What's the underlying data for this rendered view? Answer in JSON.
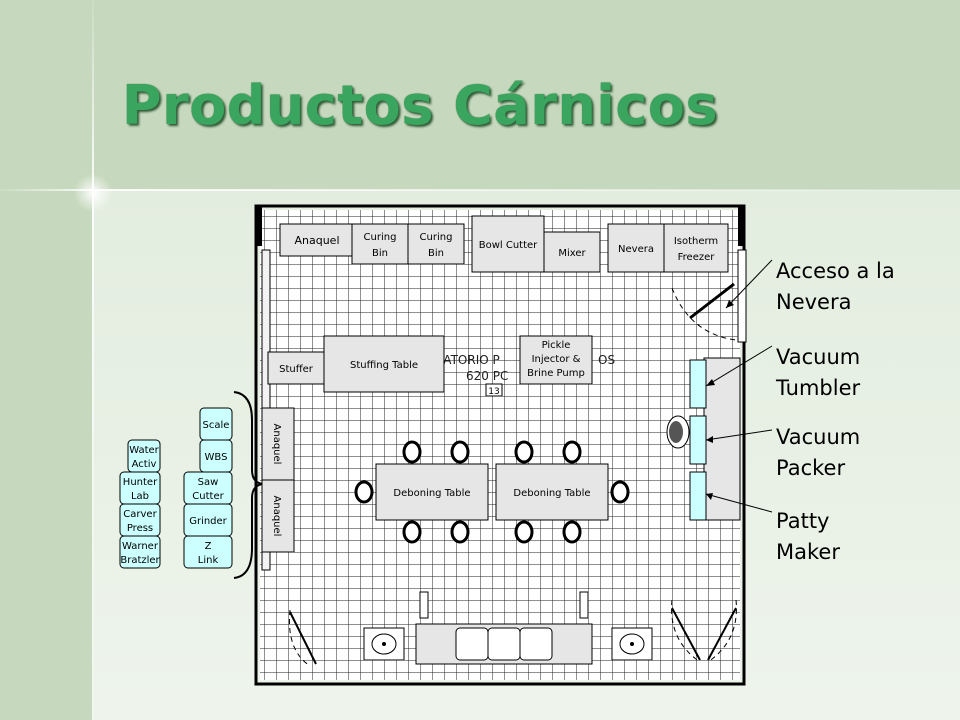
{
  "title": "Productos Cárnicos",
  "floorplan": {
    "room_stamp": [
      "ORATORIO P",
      "620 PC"
    ],
    "room_stamp_tail": "OS",
    "room_number": "13",
    "equipment": {
      "anaquel_top": "Anaquel",
      "curing_bin_1": [
        "Curing",
        "Bin"
      ],
      "curing_bin_2": [
        "Curing",
        "Bin"
      ],
      "bowl_cutter": "Bowl Cutter",
      "mixer": "Mixer",
      "nevera": "Nevera",
      "isotherm_freezer": [
        "Isotherm",
        "Freezer"
      ],
      "stuffer": "Stuffer",
      "stuffing_table": "Stuffing  Table",
      "pickle_injector": [
        "Pickle",
        "Injector &",
        "Brine Pump"
      ],
      "deboning_table_1": "Deboning Table",
      "deboning_table_2": "Deboning Table",
      "anaquel_side_1": "Anaquel",
      "anaquel_side_2": "Anaquel"
    },
    "outside_equipment": {
      "scale": "Scale",
      "wbs": "WBS",
      "saw_cutter": [
        "Saw",
        "Cutter"
      ],
      "grinder": "Grinder",
      "z_link": [
        "Z",
        "Link"
      ],
      "water_activ": [
        "Water",
        "Activ"
      ],
      "hunter_lab": [
        "Hunter",
        "Lab"
      ],
      "carver_press": [
        "Carver",
        "Press"
      ],
      "warner_bratzler": [
        "Warner",
        "Bratzler"
      ]
    }
  },
  "callouts": {
    "acceso": [
      "Acceso a la",
      "Nevera"
    ],
    "tumbler": [
      "Vacuum",
      "Tumbler"
    ],
    "packer": [
      "Vacuum",
      "Packer"
    ],
    "patty": [
      "Patty",
      "Maker"
    ]
  },
  "colors": {
    "title": "#3aa55e",
    "box_blue": "#ccffff",
    "box_grey": "#e6e6e6"
  }
}
